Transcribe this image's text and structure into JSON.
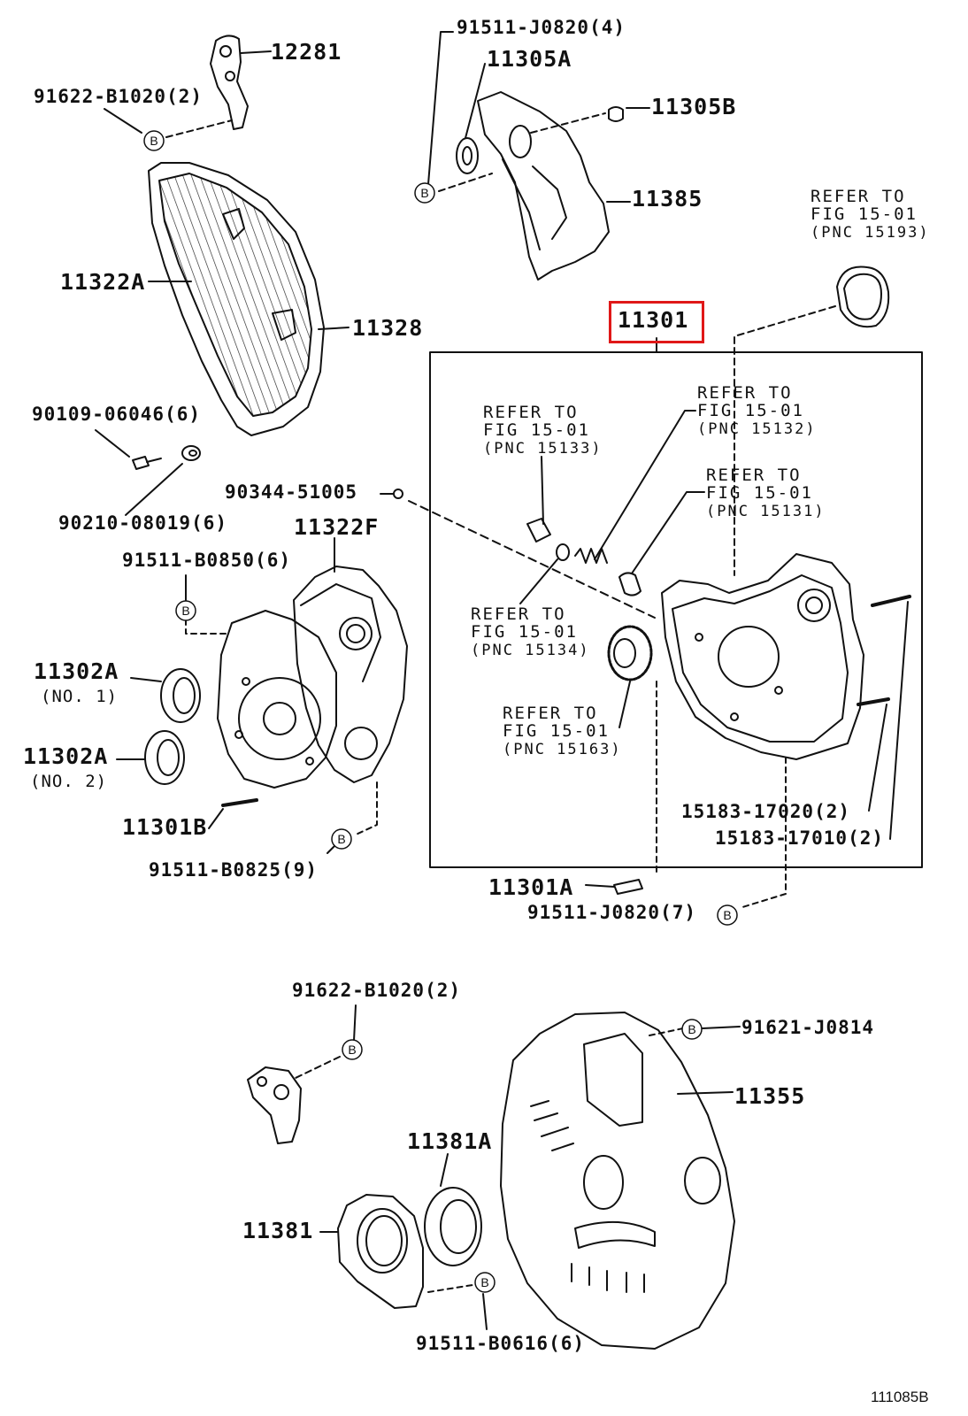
{
  "highlight_label": "11301",
  "image_code": "111085B",
  "callout_marker": "B",
  "labels": {
    "p12281": "12281",
    "p91622_top": "91622-B1020(2)",
    "p11322A": "11322A",
    "p11328": "11328",
    "p90109": "90109-06046(6)",
    "p90210": "90210-08019(6)",
    "p90344": "90344-51005",
    "p11322F": "11322F",
    "p91511_B0850": "91511-B0850(6)",
    "p11302A_1": "11302A",
    "p11302A_1_note": "(NO. 1)",
    "p11302A_2": "11302A",
    "p11302A_2_note": "(NO. 2)",
    "p11301B": "11301B",
    "p91511_B0825": "91511-B0825(9)",
    "p91511_J0820_4": "91511-J0820(4)",
    "p11305A": "11305A",
    "p11305B": "11305B",
    "p11385": "11385",
    "p15183_17020": "15183-17020(2)",
    "p15183_17010": "15183-17010(2)",
    "p11301A": "11301A",
    "p91511_J0820_7": "91511-J0820(7)",
    "p91622_bottom": "91622-B1020(2)",
    "p91621": "91621-J0814",
    "p11355": "11355",
    "p11381A": "11381A",
    "p11381": "11381",
    "p91511_B0616": "91511-B0616(6)"
  },
  "refs": {
    "r15193": {
      "line1": "REFER TO",
      "line2": "FIG 15-01",
      "line3": "(PNC 15193)"
    },
    "r15132": {
      "line1": "REFER TO",
      "line2": "FIG 15-01",
      "line3": "(PNC 15132)"
    },
    "r15133": {
      "line1": "REFER TO",
      "line2": "FIG 15-01",
      "line3": "(PNC 15133)"
    },
    "r15131": {
      "line1": "REFER TO",
      "line2": "FIG 15-01",
      "line3": "(PNC 15131)"
    },
    "r15134": {
      "line1": "REFER TO",
      "line2": "FIG 15-01",
      "line3": "(PNC 15134)"
    },
    "r15163": {
      "line1": "REFER TO",
      "line2": "FIG 15-01",
      "line3": "(PNC 15163)"
    }
  }
}
